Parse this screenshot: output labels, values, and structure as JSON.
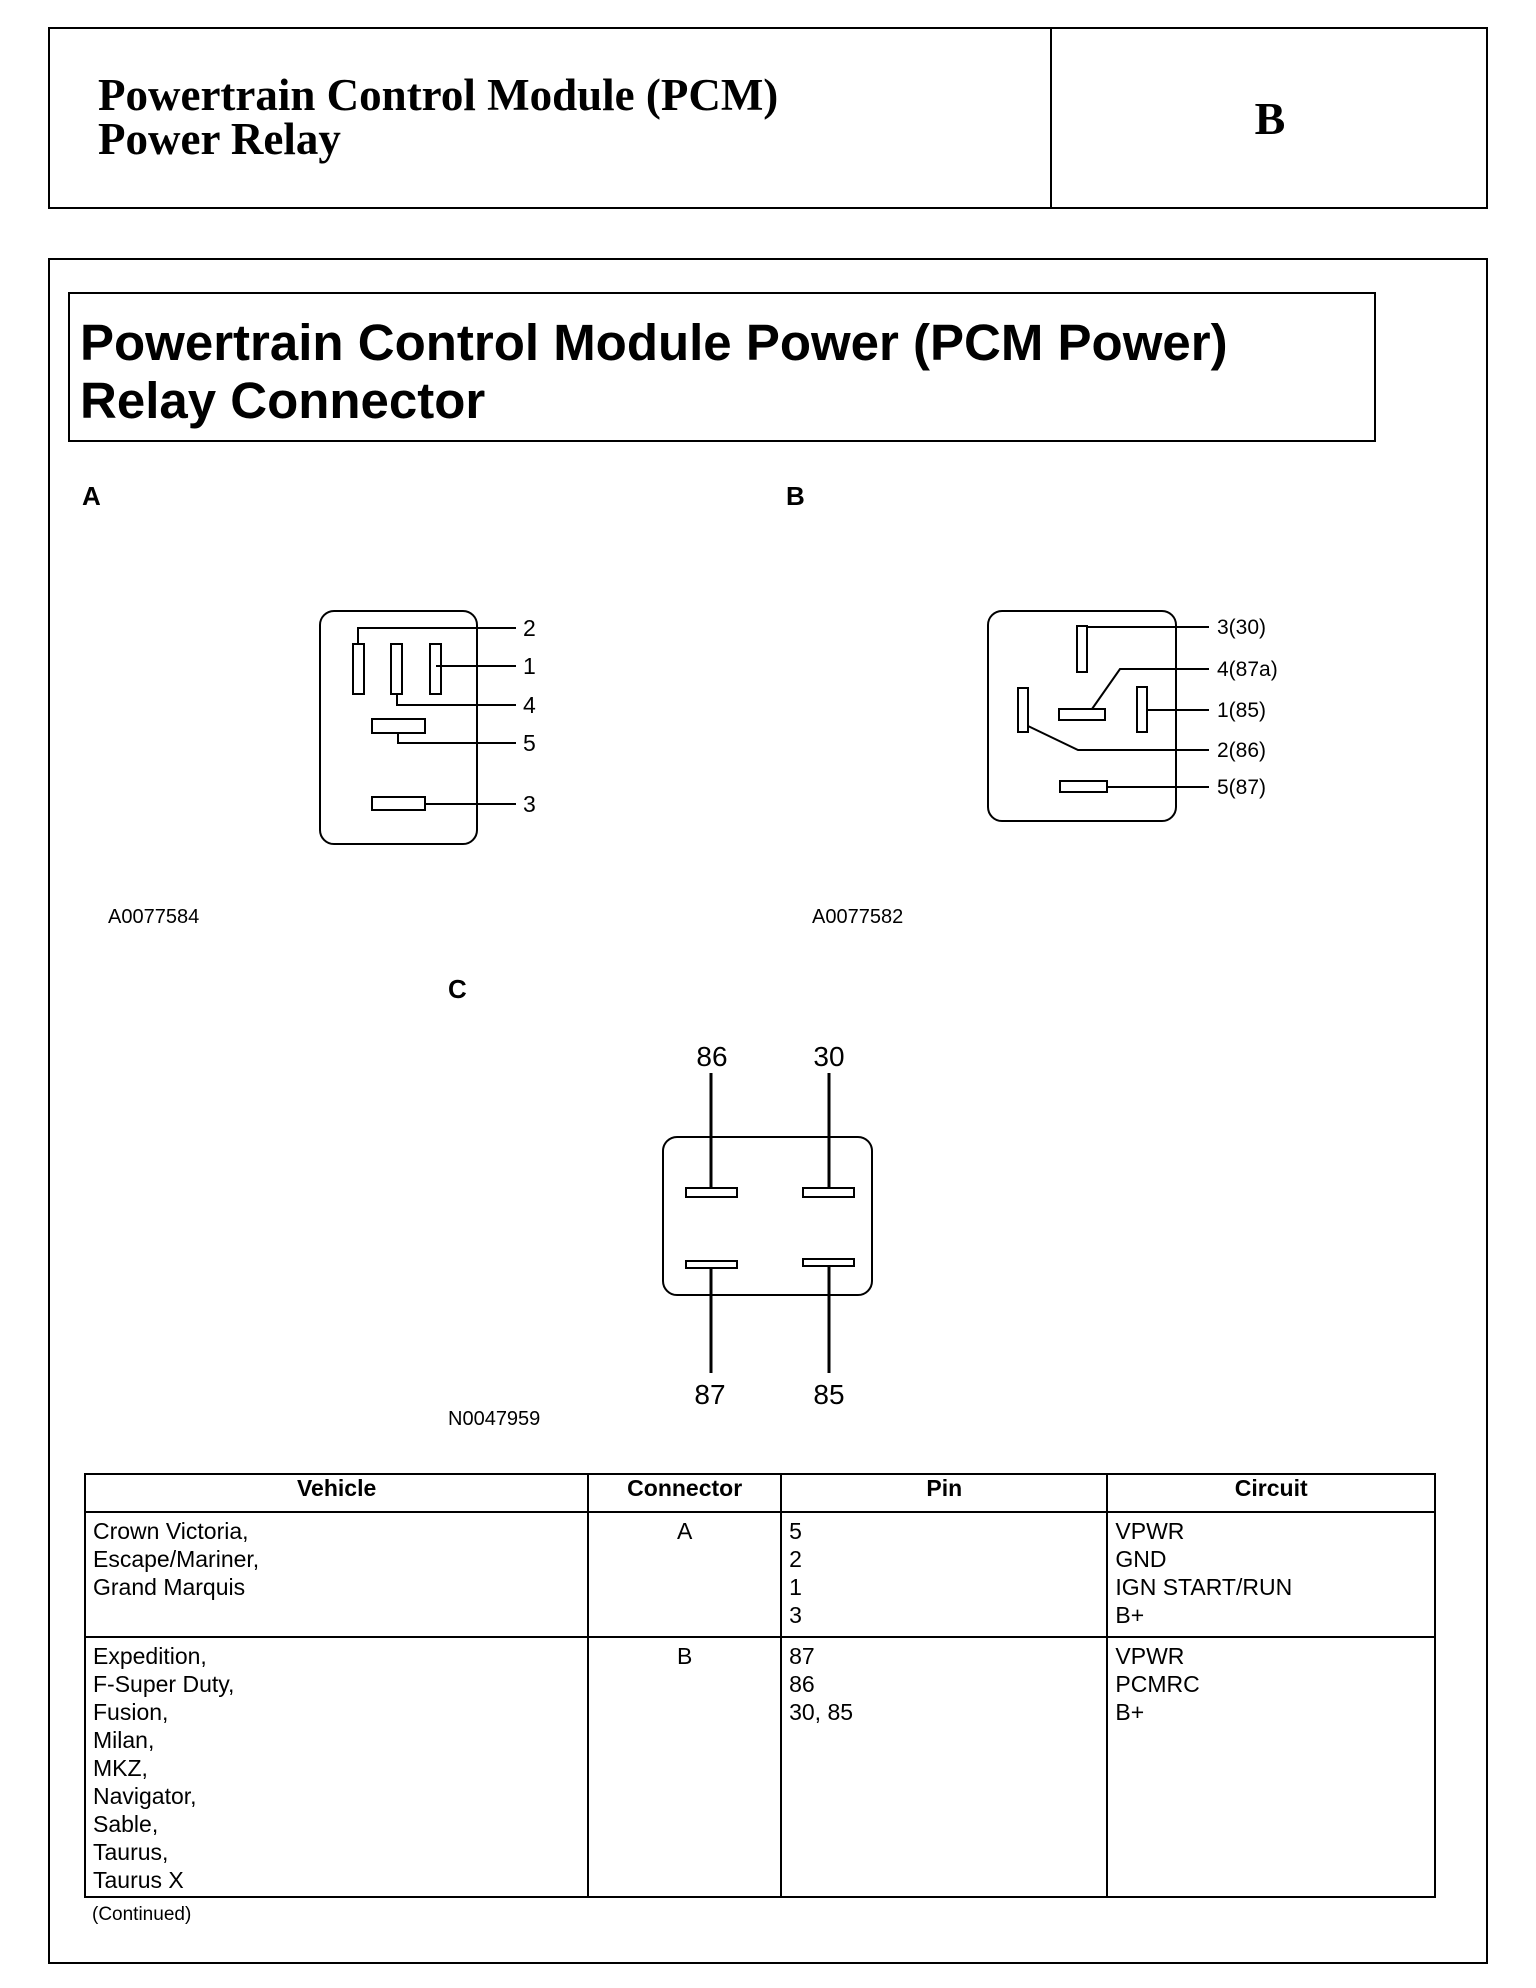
{
  "header": {
    "title_lines": [
      "Powertrain Control Module (PCM)",
      "Power Relay"
    ],
    "section_letter": "B"
  },
  "section": {
    "title_lines": [
      "Powertrain Control Module Power (PCM Power)",
      "Relay Connector"
    ]
  },
  "figures": {
    "a": {
      "label": "A",
      "id": "A0077584",
      "pins": [
        "2",
        "1",
        "4",
        "5",
        "3"
      ]
    },
    "b": {
      "label": "B",
      "id": "A0077582",
      "pins": [
        "3(30)",
        "4(87a)",
        "1(85)",
        "2(86)",
        "5(87)"
      ]
    },
    "c": {
      "label": "C",
      "id": "N0047959",
      "pins_top": [
        "86",
        "30"
      ],
      "pins_bottom": [
        "87",
        "85"
      ]
    }
  },
  "table": {
    "headers": [
      "Vehicle",
      "Connector",
      "Pin",
      "Circuit"
    ],
    "rows": [
      {
        "vehicles": [
          "Crown Victoria,",
          "Escape/Mariner,",
          "Grand Marquis"
        ],
        "connector": "A",
        "pins": [
          "5",
          "2",
          "1",
          "3"
        ],
        "circuits": [
          "VPWR",
          "GND",
          "IGN START/RUN",
          "B+"
        ]
      },
      {
        "vehicles": [
          "Expedition,",
          "F-Super Duty,",
          "Fusion,",
          "Milan,",
          "MKZ,",
          "Navigator,",
          "Sable,",
          "Taurus,",
          "Taurus X"
        ],
        "connector": "B",
        "pins": [
          "87",
          "86",
          "30, 85"
        ],
        "circuits": [
          "VPWR",
          "PCMRC",
          "B+"
        ]
      }
    ],
    "continued_note": "(Continued)"
  }
}
